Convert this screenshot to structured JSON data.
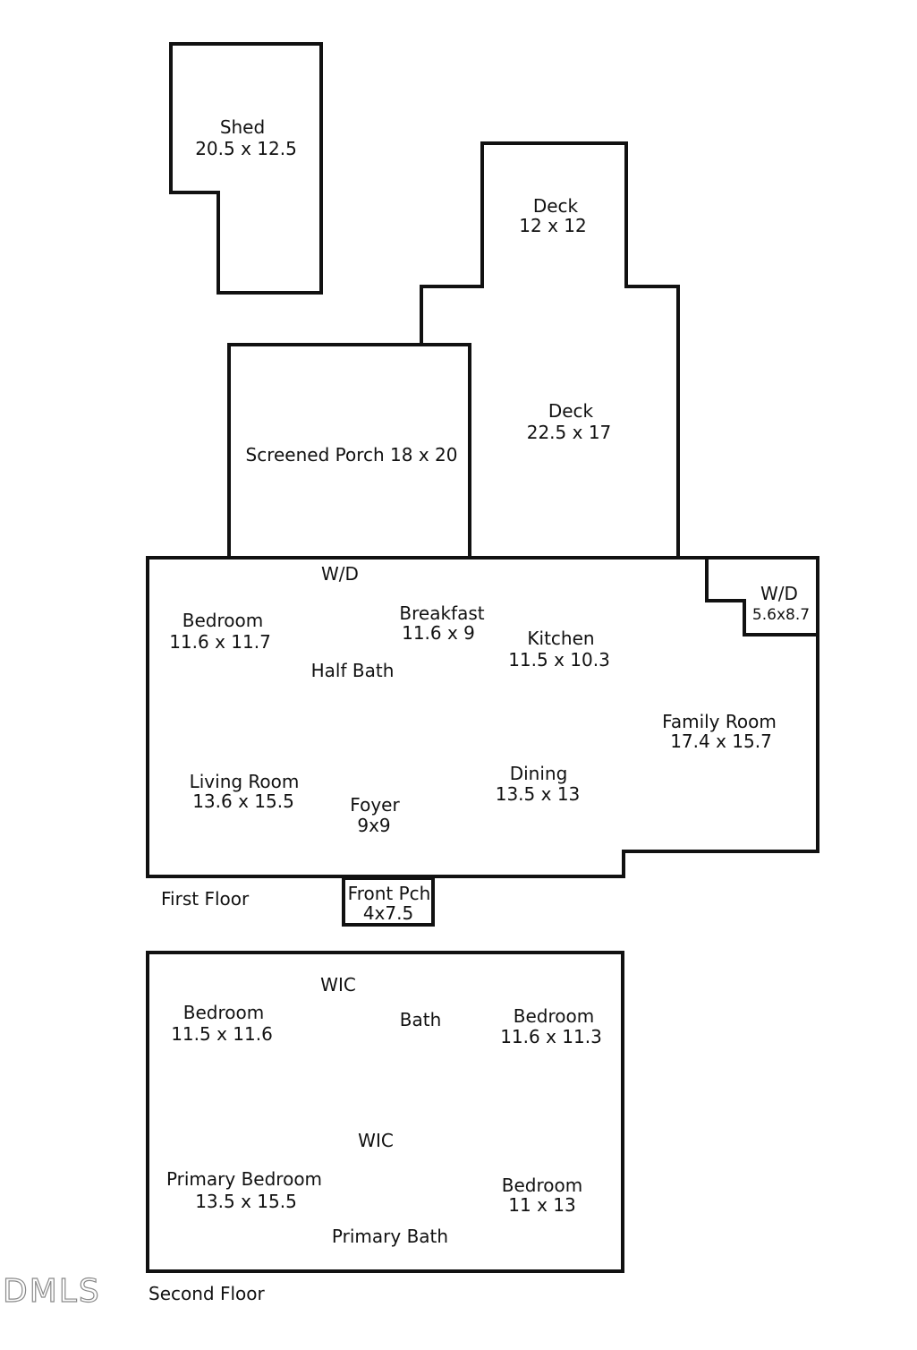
{
  "outbuildings": {
    "shed": {
      "name": "Shed",
      "dims": "20.5 x 12.5"
    },
    "deck_upper": {
      "name": "Deck",
      "dims": "12 x 12"
    },
    "deck_lower": {
      "name": "Deck",
      "dims": "22.5 x 17"
    },
    "screened_porch": {
      "label": "Screened Porch 18 x 20"
    }
  },
  "first_floor": {
    "caption": "First Floor",
    "wd_main": "W/D",
    "wd_closet": {
      "name": "W/D",
      "dims": "5.6x8.7"
    },
    "bedroom": {
      "name": "Bedroom",
      "dims": "11.6 x 11.7"
    },
    "breakfast": {
      "name": "Breakfast",
      "dims": "11.6 x 9"
    },
    "kitchen": {
      "name": "Kitchen",
      "dims": "11.5 x 10.3"
    },
    "half_bath": "Half Bath",
    "family_room": {
      "name": "Family Room",
      "dims": "17.4 x 15.7"
    },
    "living_room": {
      "name": "Living Room",
      "dims": "13.6 x 15.5"
    },
    "foyer": {
      "name": "Foyer",
      "dims": "9x9"
    },
    "dining": {
      "name": "Dining",
      "dims": "13.5 x 13"
    },
    "front_porch": {
      "name": "Front Pch",
      "dims": "4x7.5"
    }
  },
  "second_floor": {
    "caption": "Second Floor",
    "wic_top": "WIC",
    "bedroom_left": {
      "name": "Bedroom",
      "dims": "11.5 x 11.6"
    },
    "bath": "Bath",
    "bedroom_right": {
      "name": "Bedroom",
      "dims": "11.6 x 11.3"
    },
    "wic_mid": "WIC",
    "primary_bedroom": {
      "name": "Primary Bedroom",
      "dims": "13.5 x 15.5"
    },
    "bedroom_bottom": {
      "name": "Bedroom",
      "dims": "11 x 13"
    },
    "primary_bath": "Primary Bath"
  },
  "watermark": "DMLS"
}
